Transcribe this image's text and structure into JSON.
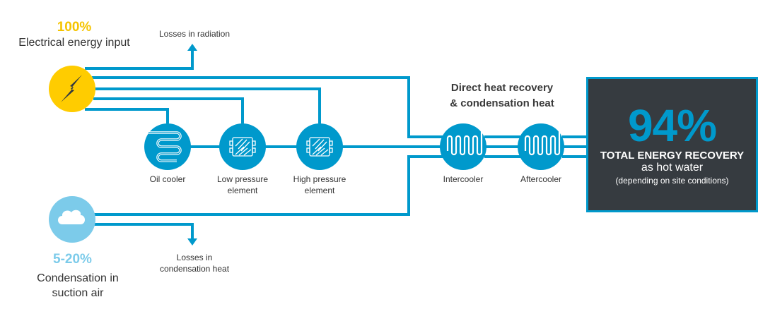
{
  "colors": {
    "pipe": "#0099cc",
    "electric": "#ffcc00",
    "condensation": "#7ccbea",
    "dark_box": "#363b40",
    "white": "#ffffff"
  },
  "input_electric": {
    "percent": "100%",
    "label": "Electrical energy input",
    "icon": "lightning-icon"
  },
  "input_condensation": {
    "percent": "5-20%",
    "label_line1": "Condensation in",
    "label_line2": "suction air",
    "icon": "cloud-icon"
  },
  "losses": {
    "radiation": "Losses in radiation",
    "condensation_line1": "Losses in",
    "condensation_line2": "condensation heat"
  },
  "components": [
    {
      "id": "oil-cooler",
      "label_line1": "Oil cooler",
      "label_line2": "",
      "icon": "coil-icon"
    },
    {
      "id": "low-pressure-element",
      "label_line1": "Low pressure",
      "label_line2": "element",
      "icon": "screw-element-icon"
    },
    {
      "id": "high-pressure-element",
      "label_line1": "High pressure",
      "label_line2": "element",
      "icon": "screw-element-icon"
    },
    {
      "id": "intercooler",
      "label_line1": "Intercooler",
      "label_line2": "",
      "icon": "heat-exchanger-icon"
    },
    {
      "id": "aftercooler",
      "label_line1": "Aftercooler",
      "label_line2": "",
      "icon": "heat-exchanger-icon"
    }
  ],
  "heat_recovery_heading": {
    "line1": "Direct heat recovery",
    "line2": "& condensation heat"
  },
  "result": {
    "percent": "94%",
    "title": "TOTAL ENERGY RECOVERY",
    "subtitle": "as hot water",
    "note": "(depending on site conditions)"
  }
}
